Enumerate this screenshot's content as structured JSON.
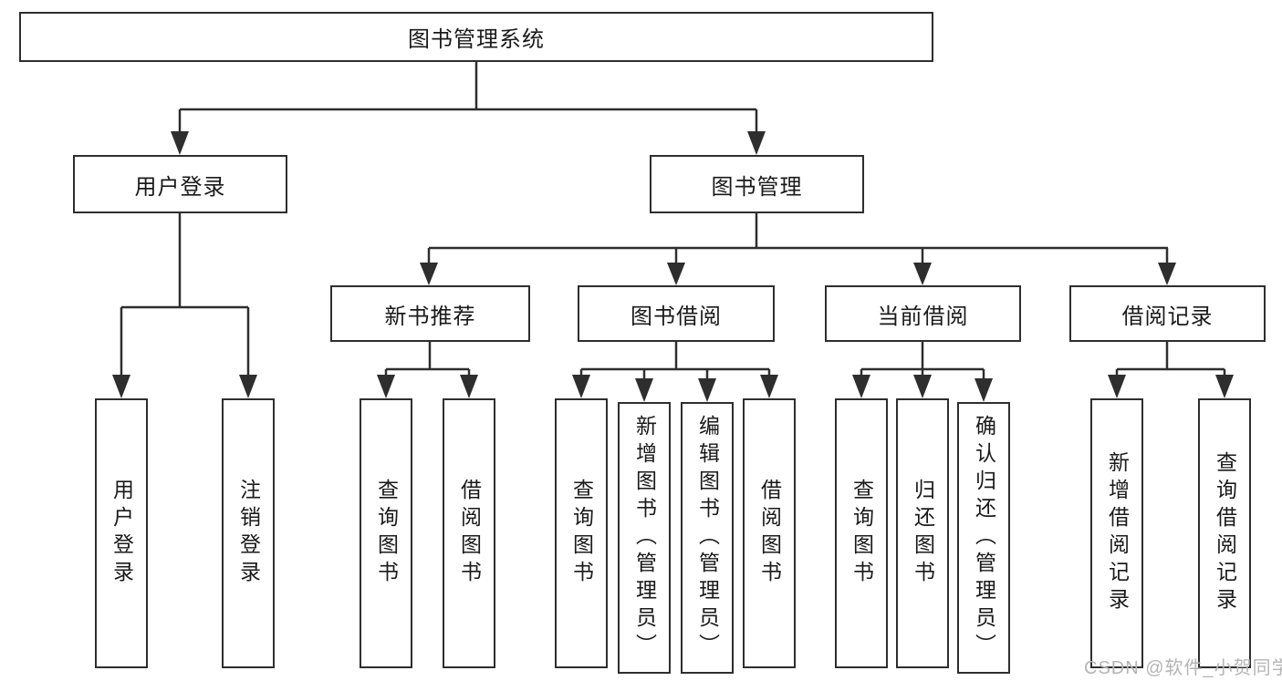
{
  "diagram": {
    "root": {
      "label": "图书管理系统"
    },
    "branches": [
      {
        "label": "用户登录",
        "children": [
          {
            "label": "用户登录"
          },
          {
            "label": "注销登录"
          }
        ]
      },
      {
        "label": "图书管理",
        "children": [
          {
            "label": "新书推荐",
            "children": [
              {
                "label": "查询图书"
              },
              {
                "label": "借阅图书"
              }
            ]
          },
          {
            "label": "图书借阅",
            "children": [
              {
                "label": "查询图书"
              },
              {
                "label": "新增图书（管理员）"
              },
              {
                "label": "编辑图书（管理员）"
              },
              {
                "label": "借阅图书"
              }
            ]
          },
          {
            "label": "当前借阅",
            "children": [
              {
                "label": "查询图书"
              },
              {
                "label": "归还图书"
              },
              {
                "label": "确认归还（管理员）"
              }
            ]
          },
          {
            "label": "借阅记录",
            "children": [
              {
                "label": "新增借阅记录"
              },
              {
                "label": "查询借阅记录"
              }
            ]
          }
        ]
      }
    ]
  },
  "watermark": {
    "text": "CSDN @软件_小贺同学"
  },
  "colors": {
    "line": "#2e2e2e",
    "box_border": "#2e2e2e",
    "box_fill": "#ffffff",
    "text": "#1a1a1a",
    "watermark": "#b5b5b5",
    "background": "#ffffff"
  }
}
